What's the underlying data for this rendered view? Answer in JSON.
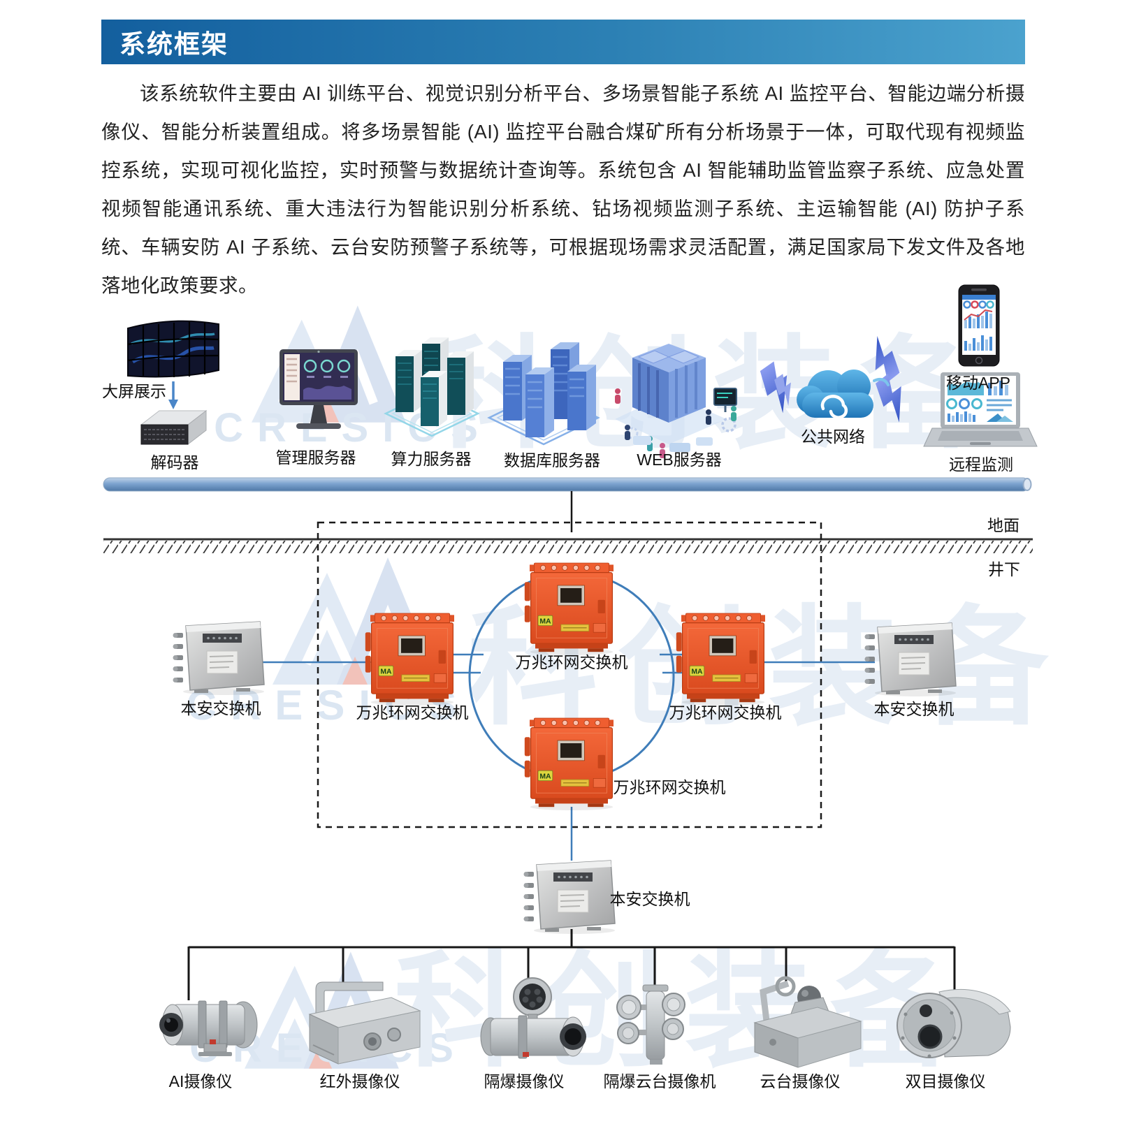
{
  "header": {
    "title": "系统框架"
  },
  "intro": {
    "text": "该系统软件主要由 AI 训练平台、视觉识别分析平台、多场景智能子系统 AI 监控平台、智能边端分析摄像仪、智能分析装置组成。将多场景智能 (AI) 监控平台融合煤矿所有分析场景于一体，可取代现有视频监控系统，实现可视化监控，实时预警与数据统计查询等。系统包含 AI 智能辅助监管监察子系统、应急处置视频智能通讯系统、重大违法行为智能识别分析系统、钻场视频监测子系统、主运输智能 (AI) 防护子系统、车辆安防 AI 子系统、云台安防预警子系统等，可根据现场需求灵活配置，满足国家局下发文件及各地落地化政策要求。"
  },
  "surface": {
    "display_wall": "大屏展示",
    "decoder": "解码器",
    "mgmt_server": "管理服务器",
    "compute_server": "算力服务器",
    "db_server": "数据库服务器",
    "web_server": "WEB服务器",
    "public_network": "公共网络",
    "mobile_app": "移动APP",
    "remote_monitor": "远程监测"
  },
  "zones": {
    "surface": "地面",
    "underground": "井下"
  },
  "underground": {
    "safe_switch_left": "本安交换机",
    "safe_switch_right": "本安交换机",
    "safe_switch_bottom": "本安交换机",
    "ring_switch_left": "万兆环网交换机",
    "ring_switch_top": "万兆环网交换机",
    "ring_switch_right": "万兆环网交换机",
    "ring_switch_bottom": "万兆环网交换机",
    "ma_badge": "MA"
  },
  "cameras": {
    "ai": "AI摄像仪",
    "infrared": "红外摄像仪",
    "flameproof": "隔爆摄像仪",
    "flameproof_ptz": "隔爆云台摄像机",
    "ptz": "云台摄像仪",
    "binocular": "双目摄像仪"
  },
  "watermark": {
    "logo_text": "CRESICS",
    "brand_text": "科创装备"
  },
  "colors": {
    "header_gradient_start": "#135f9e",
    "header_gradient_end": "#4ba2ce",
    "ring_line": "#3f7db9",
    "switch_orange": "#e8552a",
    "tree_line": "#161616",
    "pipe_blue": "#7ca3cf"
  }
}
